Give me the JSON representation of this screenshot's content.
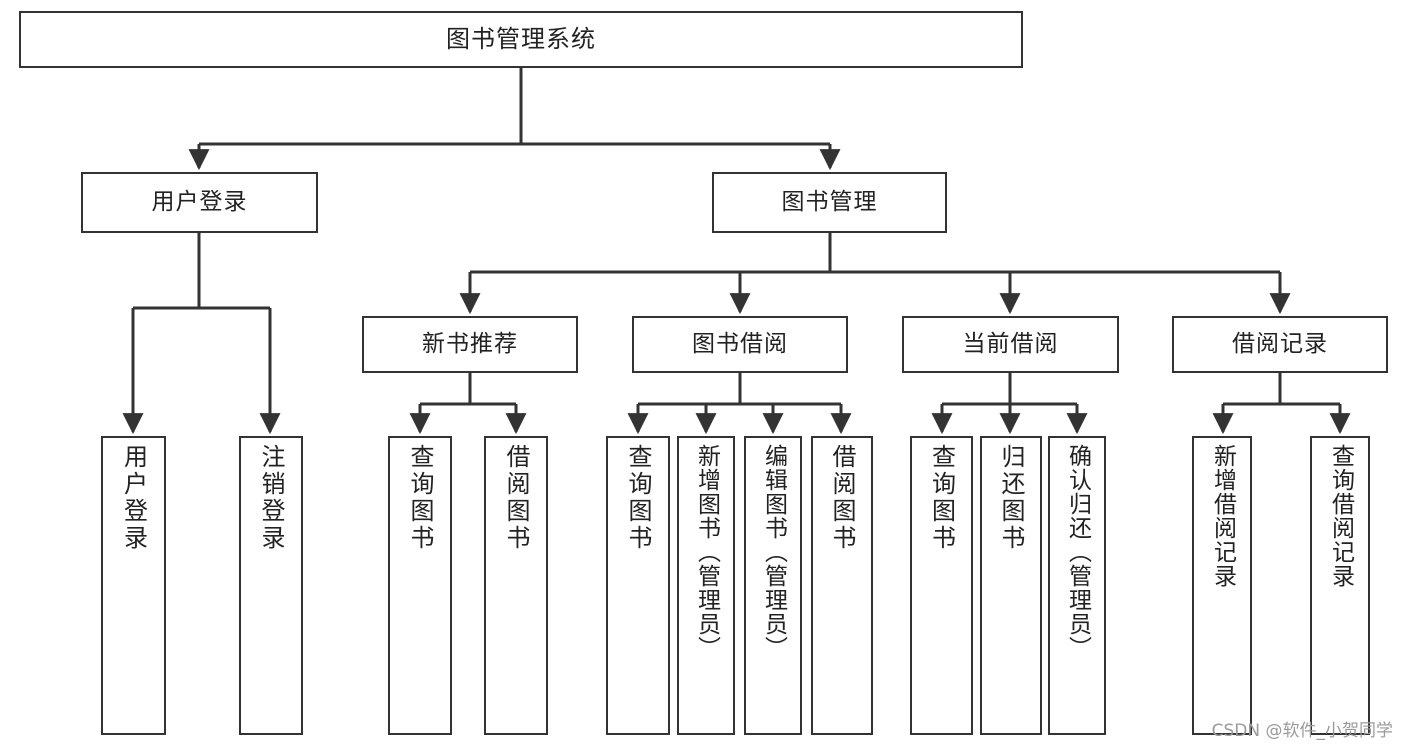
{
  "diagram": {
    "title": "图书管理系统",
    "type": "tree-hierarchy",
    "stroke_color": "#333333",
    "fill_color": "#ffffff",
    "text_color": "#222222",
    "watermark": "CSDN @软件_小贺同学"
  },
  "nodes": {
    "root": {
      "label": "图书管理系统"
    },
    "level2": [
      {
        "label": "用户登录"
      },
      {
        "label": "图书管理"
      }
    ],
    "level3": [
      {
        "label": "新书推荐"
      },
      {
        "label": "图书借阅"
      },
      {
        "label": "当前借阅"
      },
      {
        "label": "借阅记录"
      }
    ],
    "leaves_user_login": [
      {
        "label": "用户登录"
      },
      {
        "label": "注销登录"
      }
    ],
    "leaves_new_book": [
      {
        "label": "查询图书"
      },
      {
        "label": "借阅图书"
      }
    ],
    "leaves_borrow": [
      {
        "label": "查询图书"
      },
      {
        "label": "新增图书（管理员）"
      },
      {
        "label": "编辑图书（管理员）"
      },
      {
        "label": "借阅图书"
      }
    ],
    "leaves_current": [
      {
        "label": "查询图书"
      },
      {
        "label": "归还图书"
      },
      {
        "label": "确认归还（管理员）"
      }
    ],
    "leaves_records": [
      {
        "label": "新增借阅记录"
      },
      {
        "label": "查询借阅记录"
      }
    ]
  }
}
